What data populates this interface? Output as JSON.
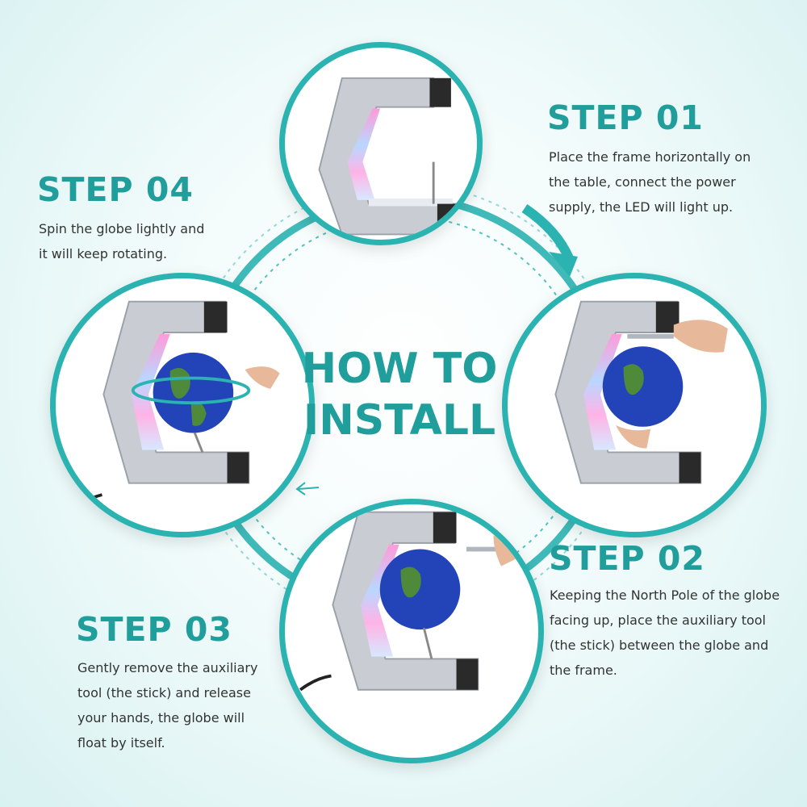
{
  "center": {
    "line1": "HOW TO",
    "line2": "INSTALL"
  },
  "steps": {
    "s1": {
      "title": "STEP 01",
      "text": "Place the frame horizontally on\nthe table, connect the power\nsupply, the LED will light up."
    },
    "s2": {
      "title": "STEP 02",
      "text": "Keeping the North Pole of the globe\nfacing up,  place the auxiliary tool\n(the stick) between the globe and\nthe frame."
    },
    "s3": {
      "title": "STEP 03",
      "text": "Gently remove the auxiliary\ntool (the stick) and release\nyour hands, the globe will\n float by itself."
    },
    "s4": {
      "title": "STEP 04",
      "text": "Spin the globe lightly and\nit will keep rotating."
    }
  },
  "colors": {
    "accent": "#2bb3b1",
    "title": "#1f9e9b",
    "text": "#333333",
    "frame": "#c9cdd3",
    "globe": "#2244b8"
  },
  "icons": [
    "arrow-clockwise-icon",
    "arrow-left-dashed-icon"
  ]
}
